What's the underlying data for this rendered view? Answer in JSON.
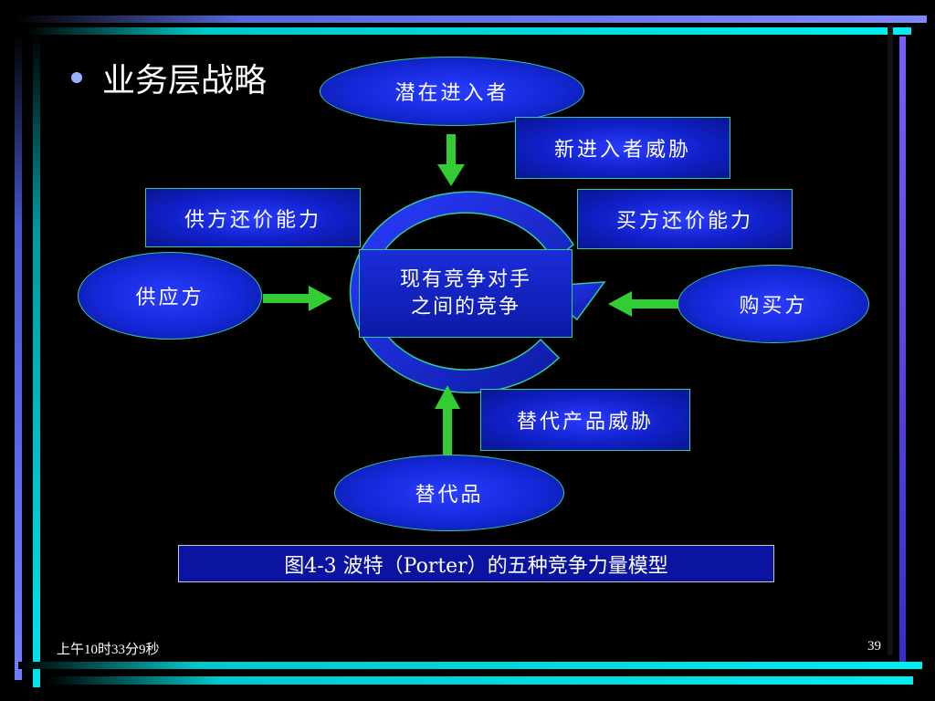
{
  "slide": {
    "bullet": "业务层战略",
    "nodes": {
      "entrants": "潜在进入者",
      "suppliers": "供应方",
      "buyers": "购买方",
      "substitutes": "替代品"
    },
    "forces": {
      "new_entrant_threat": "新进入者威胁",
      "supplier_power": "供方还价能力",
      "buyer_power": "买方还价能力",
      "substitute_threat": "替代产品威胁"
    },
    "rivalry": {
      "line1": "现有竞争对手",
      "line2": "之间的竞争"
    },
    "caption": "图4-3  波特（Porter）的五种竞争力量模型",
    "footer": {
      "time": "上午10时33分9秒",
      "page": "39"
    }
  },
  "colors": {
    "shape_fill": "#1428d8",
    "shape_border": "#33cc99",
    "arrow": "#33cc33",
    "frame_cyan": "#00e5ee",
    "frame_blue": "#6f7dff"
  }
}
